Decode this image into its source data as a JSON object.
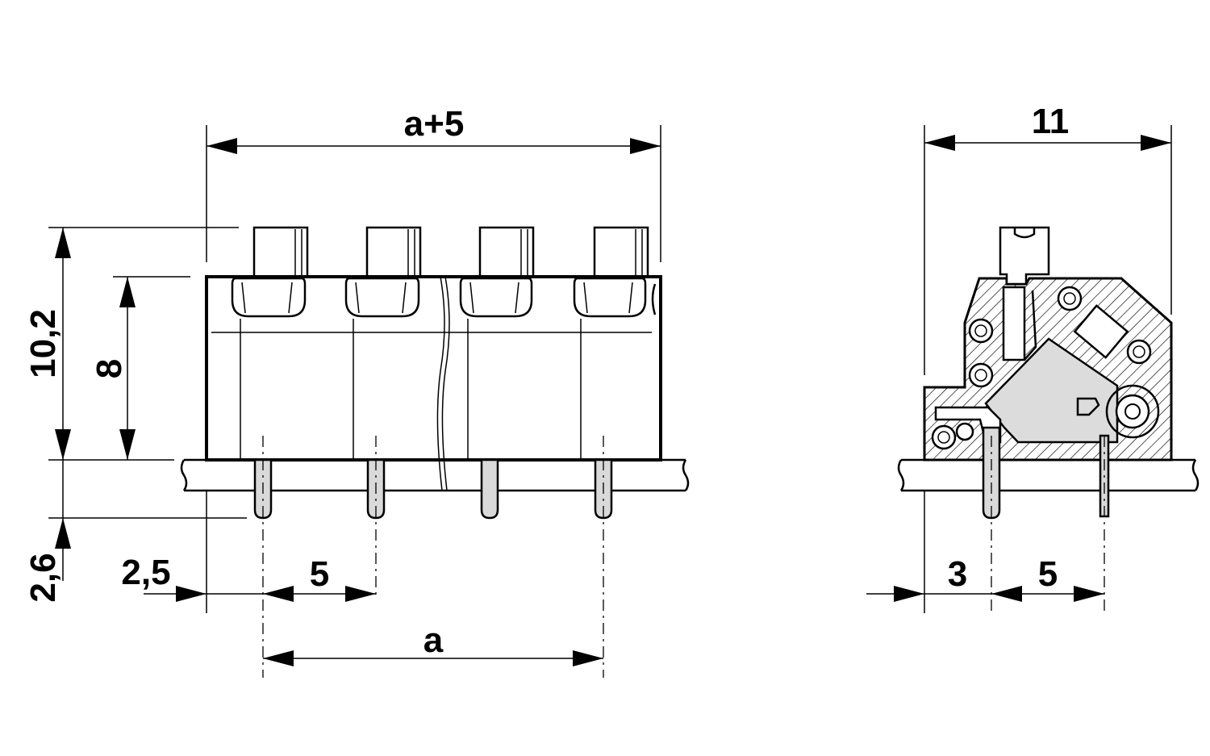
{
  "front_view": {
    "width_label": "a+5",
    "height_label": "10,2",
    "body_height_label": "8",
    "pin_length_label": "2,6",
    "offset_label": "2,5",
    "pitch_label": "5",
    "span_label": "a"
  },
  "side_view": {
    "width_label": "11",
    "offset_label": "3",
    "pitch_label": "5"
  },
  "colors": {
    "line": "#000000",
    "clamp_fill": "#dcdcdc",
    "pin_fill": "#d9d9d9"
  }
}
